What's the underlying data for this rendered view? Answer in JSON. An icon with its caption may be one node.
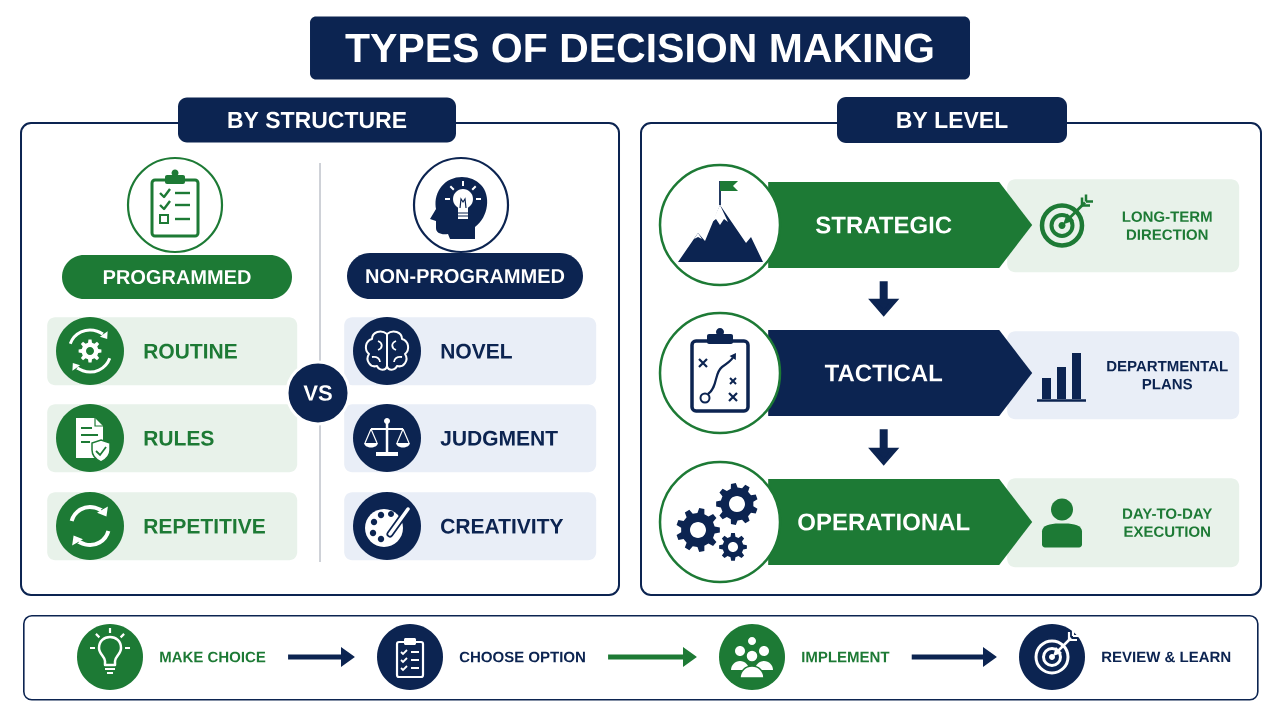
{
  "diagram": {
    "title": "TYPES OF DECISION MAKING",
    "nodes": [
      {
        "text": [
          "BY STRUCTURE"
        ]
      },
      {
        "text": [],
        "shape": "box"
      },
      {
        "text": [
          "PROGRAMMED"
        ],
        "in": 1
      },
      {
        "text": [
          "NON-PROGRAMMED"
        ],
        "in": 1
      },
      {
        "text": [
          "ROUTINE"
        ],
        "in": 1
      },
      {
        "text": [
          "NOVEL"
        ],
        "in": 1
      },
      {
        "text": [
          "VS"
        ],
        "in": 1
      },
      {
        "text": [
          "RULES"
        ],
        "in": 1
      },
      {
        "text": [
          "JUDGMENT"
        ],
        "in": 1
      },
      {
        "text": [
          "REPETITIVE"
        ],
        "in": 1
      },
      {
        "text": [
          "CREATIVITY"
        ],
        "in": 1
      },
      {
        "text": [
          "BY LEVEL"
        ]
      },
      {
        "text": [],
        "shape": "box"
      },
      {
        "text": [
          "STRATEGIC"
        ],
        "in": 12
      },
      {
        "text": [
          "LONG-TERM DIRECTION"
        ],
        "in": 12
      },
      {
        "text": [
          "TACTICAL"
        ],
        "in": 12
      },
      {
        "text": [
          "DEPARTMENTAL PLANS"
        ],
        "in": 12
      },
      {
        "text": [
          "OPERATIONAL"
        ],
        "in": 12
      },
      {
        "text": [
          "DAY-TO-DAY EXECUTION"
        ],
        "in": 12
      },
      {
        "text": [],
        "shape": "box"
      },
      {
        "text": [
          "MAKE CHOICE"
        ],
        "in": 19
      },
      {
        "text": [
          "CHOOSE OPTION"
        ],
        "in": 19
      },
      {
        "text": [
          "IMPLEMENT"
        ],
        "in": 19
      },
      {
        "text": [
          "REVIEW & LEARN"
        ],
        "in": 19
      }
    ],
    "edges": [
      {
        "from": 13,
        "to": 15,
        "arrow": "to"
      },
      {
        "from": 15,
        "to": 17,
        "arrow": "to"
      },
      {
        "from": 20,
        "to": 21,
        "arrow": "to"
      },
      {
        "from": 21,
        "to": 22,
        "arrow": "to",
        "color": "#1d7a35"
      },
      {
        "from": 22,
        "to": 23,
        "arrow": "to"
      }
    ]
  }
}
